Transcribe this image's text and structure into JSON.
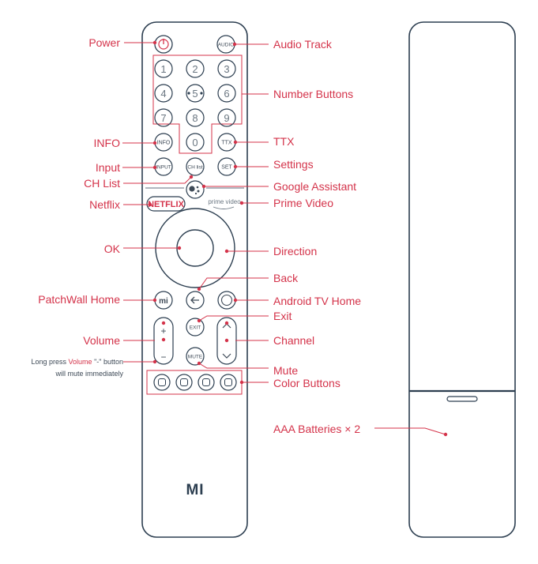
{
  "colors": {
    "accent": "#d4334a",
    "outline": "#2c3e50",
    "text": "#3e4a57"
  },
  "labels_left": {
    "power": "Power",
    "info": "INFO",
    "input": "Input",
    "ch_list": "CH List",
    "netflix": "Netflix",
    "ok": "OK",
    "patchwall_home": "PatchWall Home",
    "volume": "Volume"
  },
  "labels_right": {
    "audio_track": "Audio Track",
    "number_buttons": "Number Buttons",
    "ttx": "TTX",
    "settings": "Settings",
    "google_assistant": "Google Assistant",
    "prime_video": "Prime Video",
    "direction": "Direction",
    "back": "Back",
    "android_tv_home": "Android TV Home",
    "exit": "Exit",
    "channel": "Channel",
    "mute": "Mute",
    "color_buttons": "Color Buttons",
    "batteries": "AAA Batteries × 2"
  },
  "note": {
    "line1_prefix": "Long press",
    "line1_highlight": "Volume",
    "line1_suffix": "\"-\" button",
    "line2": "will mute immediately"
  },
  "remote": {
    "numbers": [
      "1",
      "2",
      "3",
      "4",
      "5",
      "6",
      "7",
      "8",
      "9",
      "0"
    ],
    "audio_key": "AUDIO",
    "info_key": "INFO",
    "ttx_key": "TTX",
    "input_key": "INPUT",
    "chlist_key": "CH list",
    "set_key": "SET",
    "netflix_key": "NETFLIX",
    "prime_key": "prime video",
    "mi_key": "mi",
    "exit_key": "EXIT",
    "mute_key": "MUTE",
    "vol_plus": "+",
    "vol_minus": "−",
    "logo": "MI"
  }
}
